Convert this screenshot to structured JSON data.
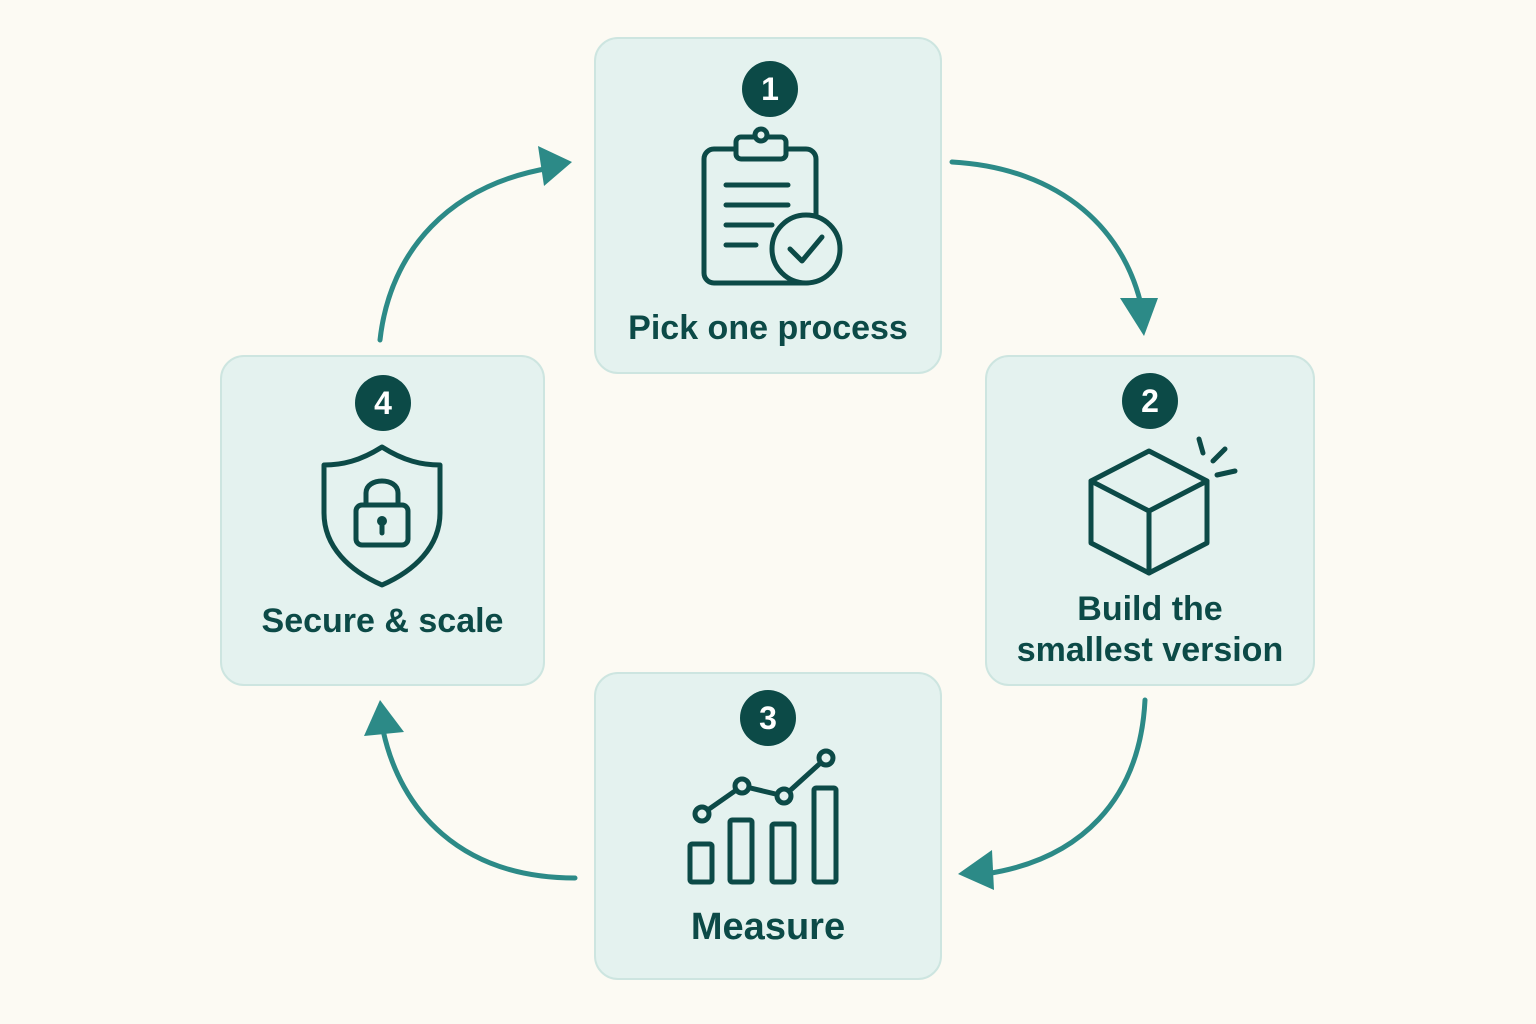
{
  "diagram": {
    "steps": [
      {
        "number": "1",
        "label": "Pick one process",
        "icon": "clipboard-check-icon"
      },
      {
        "number": "2",
        "label": "Build the smallest version",
        "label_lines": [
          "Build the",
          "smallest version"
        ],
        "icon": "cube-icon"
      },
      {
        "number": "3",
        "label": "Measure",
        "icon": "bar-chart-trend-icon"
      },
      {
        "number": "4",
        "label": "Secure & scale",
        "icon": "shield-lock-icon"
      }
    ],
    "flow": [
      "1",
      "2",
      "3",
      "4",
      "1"
    ]
  },
  "colors": {
    "background": "#fcfaf3",
    "card_fill": "#e4f2ef",
    "card_border": "#cde5e0",
    "badge": "#0c4a47",
    "text": "#0c4a47",
    "arrow": "#2c8a87"
  }
}
